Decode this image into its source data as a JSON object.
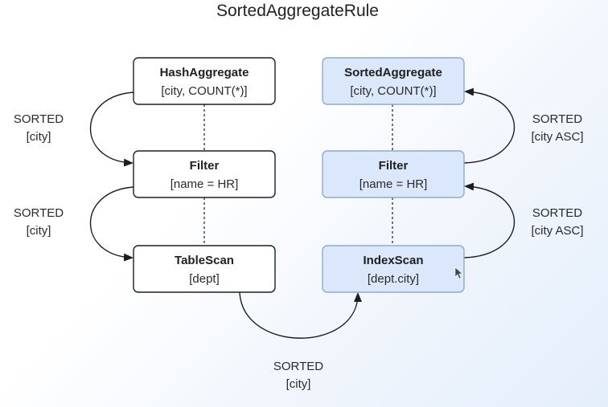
{
  "title": "SortedAggregateRule",
  "left_plan": {
    "aggregate": {
      "title": "HashAggregate",
      "detail": "[city, COUNT(*)]"
    },
    "filter": {
      "title": "Filter",
      "detail": "[name = HR]"
    },
    "scan": {
      "title": "TableScan",
      "detail": "[dept]"
    }
  },
  "right_plan": {
    "aggregate": {
      "title": "SortedAggregate",
      "detail": "[city, COUNT(*)]"
    },
    "filter": {
      "title": "Filter",
      "detail": "[name = HR]"
    },
    "scan": {
      "title": "IndexScan",
      "detail": "[dept.city]"
    }
  },
  "edge_labels": {
    "left_top": {
      "line1": "SORTED",
      "line2": "[city]"
    },
    "left_bottom": {
      "line1": "SORTED",
      "line2": "[city]"
    },
    "right_top": {
      "line1": "SORTED",
      "line2": "[city ASC]"
    },
    "right_bottom": {
      "line1": "SORTED",
      "line2": "[city ASC]"
    },
    "bottom": {
      "line1": "SORTED",
      "line2": "[city]"
    }
  },
  "colors": {
    "accent_fill": "#dbe8fb",
    "accent_stroke": "#8ea9cf",
    "stroke": "#1e1e1e"
  }
}
